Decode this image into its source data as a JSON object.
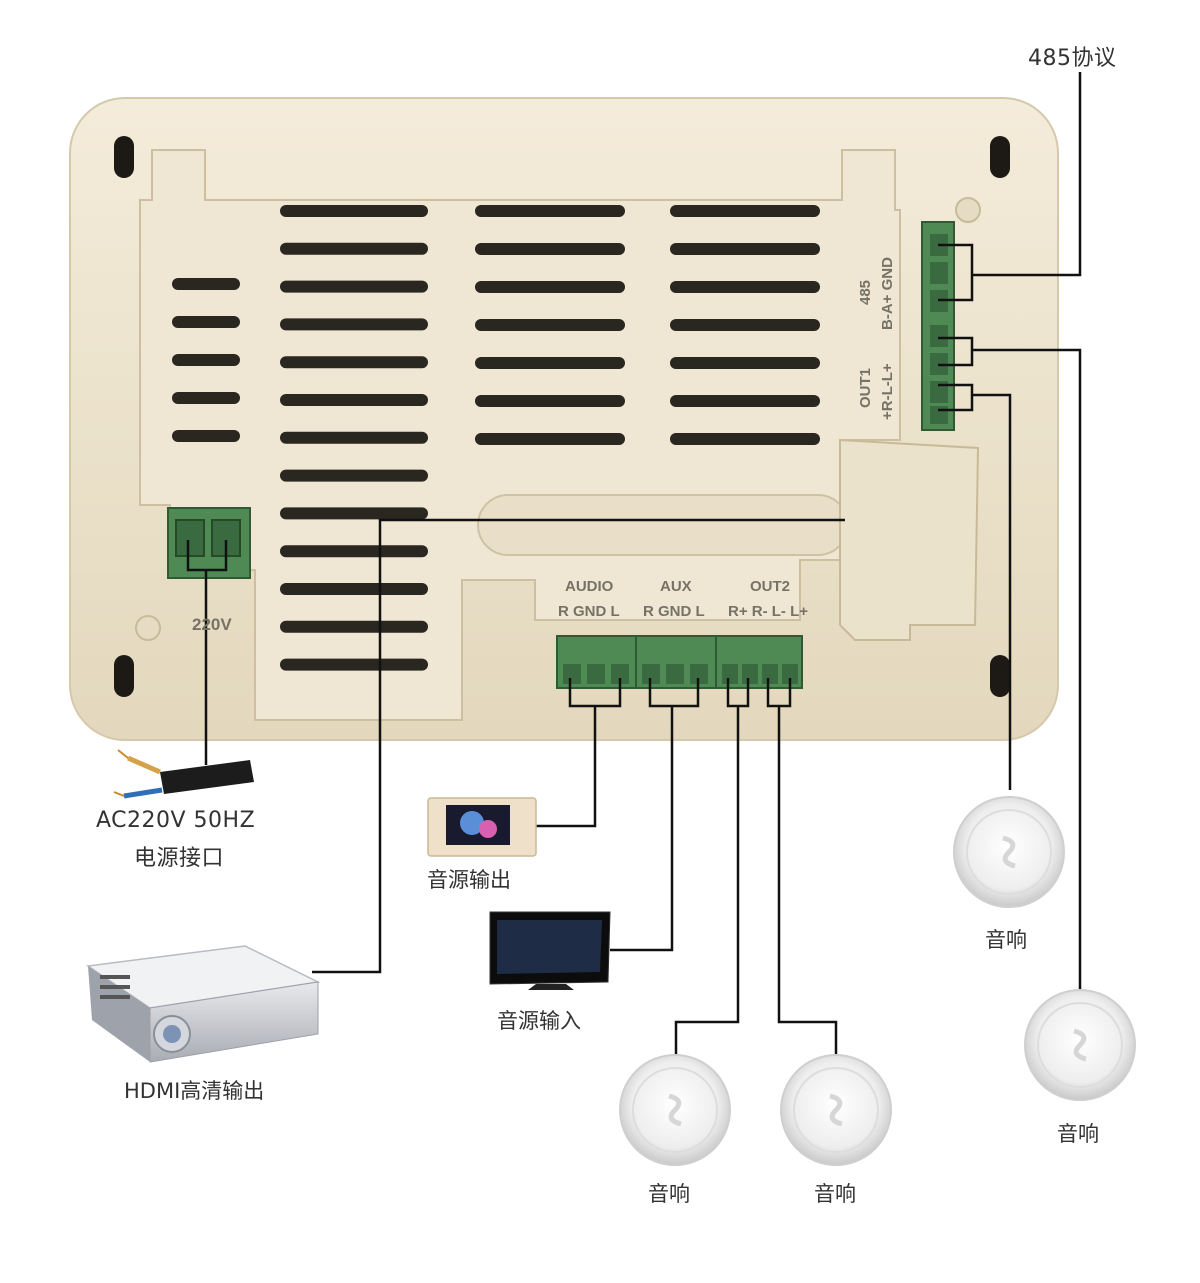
{
  "labels": {
    "protocol_485": "485协议",
    "power_line1": "AC220V 50HZ",
    "power_line2": "电源接口",
    "audio_source_out": "音源输出",
    "audio_source_in": "音源输入",
    "hdmi_out": "HDMI高清输出",
    "speaker": "音响"
  },
  "device": {
    "power_terminal_label": "220V",
    "audio_group": "AUDIO",
    "audio_pins": "R GND L",
    "aux_group": "AUX",
    "aux_pins": "R GND L",
    "out2_group": "OUT2",
    "out2_pins": "R+ R- L- L+",
    "out1_group": "OUT1",
    "out1_pins": "+R-L-L+",
    "rs485_group": "485",
    "rs485_pins": "B-A+ GND"
  },
  "colors": {
    "panel": "#ede4cf",
    "panel_edge": "#d8ccb0",
    "vent": "#2a2620",
    "terminal_green": "#4f8a55",
    "wire": "#111111"
  }
}
